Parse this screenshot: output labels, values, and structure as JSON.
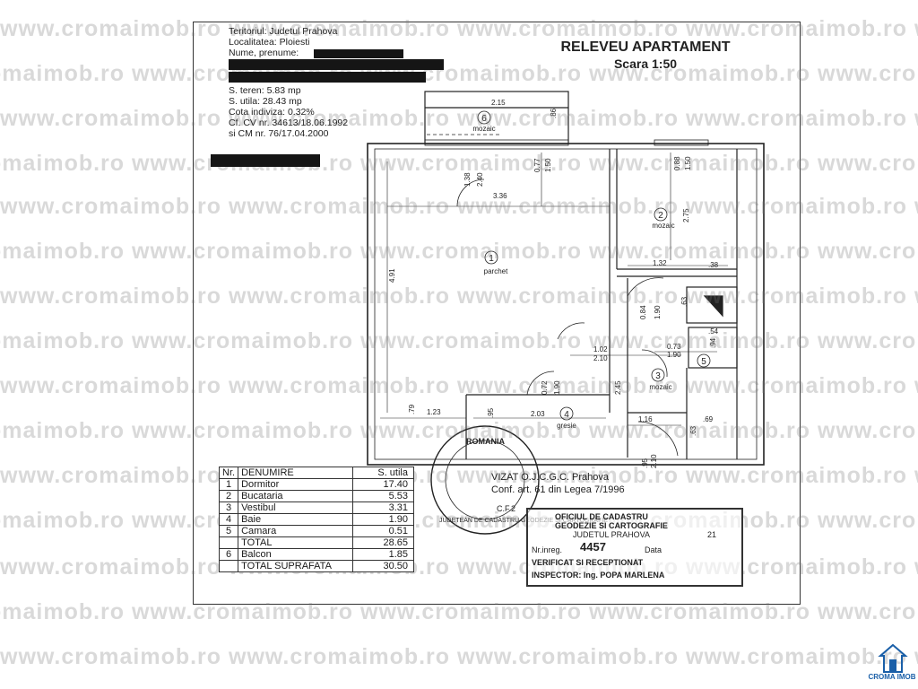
{
  "watermark": {
    "text": "www.cromaimob.ro",
    "color": "#8a8a8a"
  },
  "header": {
    "teritoriul": "Teritoriul: Judetul Prahova",
    "localitatea": "Localitatea: Ploiesti",
    "nume": "Nume, prenume:",
    "s_teren": "S. teren: 5.83 mp",
    "s_utila": "S. utila: 28.43 mp",
    "cota": "Cota indiviza: 0.32%",
    "cf": "Cf. CV nr. 34613/18.06.1992",
    "cm": "si CM nr. 76/17.04.2000"
  },
  "title": "RELEVEU APARTAMENT",
  "scale": "Scara 1:50",
  "plan": {
    "rooms": [
      {
        "num": "1",
        "finish": "parchet"
      },
      {
        "num": "2",
        "finish": "mozaic"
      },
      {
        "num": "3",
        "finish": "mozaic"
      },
      {
        "num": "4",
        "finish": "gresie"
      },
      {
        "num": "5",
        "finish": ""
      },
      {
        "num": "6",
        "finish": "mozaic"
      }
    ],
    "dims": [
      "2.15",
      ".86",
      "1.38",
      "2.40",
      "0.77",
      "1.50",
      "0.88",
      "1.50",
      "3.36",
      "2.75",
      "4.91",
      "1.32",
      ".38",
      ".63",
      "0.84",
      "1.90",
      ".54",
      "0.73",
      "1.90",
      ".94",
      "1.02",
      "2.10",
      "0.72",
      "1.90",
      "2.45",
      ".79",
      "1.23",
      ".95",
      "2.03",
      "1.16",
      ".69",
      ".63",
      ".95",
      "2.10"
    ]
  },
  "table": {
    "headers": [
      "Nr.",
      "DENUMIRE",
      "S. utila"
    ],
    "rows": [
      [
        "1",
        "Dormitor",
        "17.40"
      ],
      [
        "2",
        "Bucataria",
        "5.53"
      ],
      [
        "3",
        "Vestibul",
        "3.31"
      ],
      [
        "4",
        "Baie",
        "1.90"
      ],
      [
        "5",
        "Camara",
        "0.51"
      ],
      [
        "",
        "TOTAL",
        "28.65"
      ],
      [
        "6",
        "Balcon",
        "1.85"
      ],
      [
        "",
        "TOTAL SUPRAFATA",
        "30.50"
      ]
    ]
  },
  "stamp": {
    "vizat": "VIZAT O.J.C.G.C. Prahova",
    "conf": "Conf. art. 61 din Legea 7/1996",
    "cf2": "C.F.2",
    "seal_top": "ROMANIA",
    "seal_ring": "JUDETEAN DE CADASTRU GEODEZIE SI CARTOGRAFIE"
  },
  "oficiu": {
    "line1": "OFICIUL DE CADASTRU",
    "line2": "GEODEZIE SI CARTOGRAFIE",
    "line3": "JUDETUL PRAHOVA",
    "nr_label": "Nr.inreg.",
    "nr_value": "4457",
    "data_label": "Data",
    "data_value": "21",
    "verificat": "VERIFICAT SI RECEPTIONAT",
    "inspector": "INSPECTOR: Ing. POPA MARLENA"
  },
  "logo": {
    "name": "CROMA IMOB",
    "color": "#1a5fa8"
  }
}
